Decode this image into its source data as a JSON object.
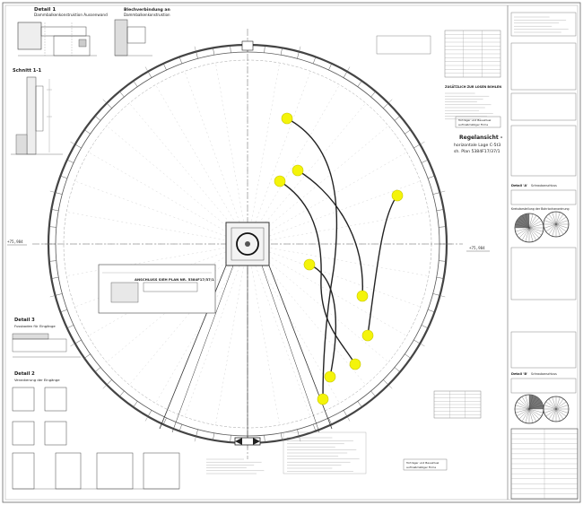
{
  "details": {
    "detail1_title": "Detail 1",
    "detail1_sub": "Dammbalkenkonstruktion Aussenwand",
    "blech_title": "Blechverbindung an",
    "blech_sub": "Dammbalkenkonstruktion",
    "schnitt_title": "Schnitt 1-1",
    "detail3_title": "Detail 3",
    "detail3_sub": "Fussboden für Eingänge",
    "detail2_title": "Detail 2",
    "detail2_sub": "Verankerung der Eingänge"
  },
  "elevations": {
    "left": "+75,984",
    "right": "+75,984"
  },
  "callouts": {
    "anschluss": "ANSCHLUSS SIEH PLAN NR. 5384F17/37/1",
    "regelansicht_title": "Regelansicht -",
    "regelansicht_sub": "horizontale Lage C-5t3",
    "regelansicht_ref": "sh. Plan 5384F17/37/1",
    "tortrager_top": "Torträger und Bauaktuel",
    "tortrager_top2": "aufmaßmäßiger Firma",
    "tortrager_bottom": "Torträger und Bauaktuel",
    "tortrager_bottom2": "aufmaßmäßiger Firma",
    "zusatz_head": "ZUSÄTZLICH ZUR LOSEN BOHLEN"
  },
  "right_panel": {
    "detail_a": "Detail 'A'",
    "detail_b": "Detail 'B'",
    "bolt_a": "Schraubanschluss",
    "bolt_b": "Schraubanschluss",
    "bolt_schedule": "Kreisdarstellung der Bohrlochanordnung"
  },
  "colors": {
    "line": "#555555",
    "annotation_fill": "#f4f40a",
    "annotation_stroke": "#c8c800",
    "annotation_line": "#222222"
  }
}
